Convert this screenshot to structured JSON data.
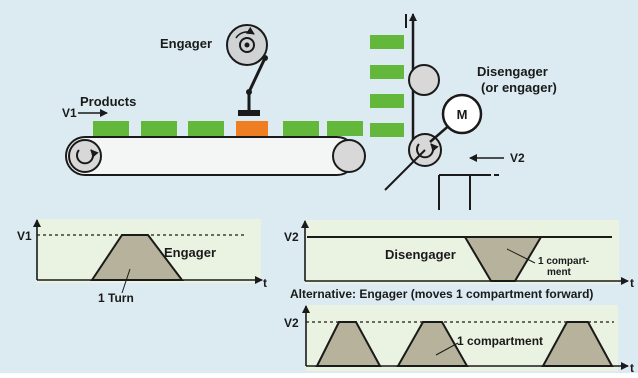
{
  "colors": {
    "background": "#dcebf2",
    "panel": "#eaf3e2",
    "product": "#63b83c",
    "active_product": "#ef7d22",
    "profile_fill": "#b7b29c",
    "dark": "#1a1a1a"
  },
  "labels": {
    "engager": "Engager",
    "products": "Products",
    "v1": "V1",
    "disengager_line1": "Disengager",
    "disengager_line2": "(or engager)",
    "motor": "M",
    "v2": "V2"
  },
  "panels": {
    "p1": {
      "y_axis": "V1",
      "x_axis": "t",
      "name": "Engager",
      "caption": "1 Turn"
    },
    "p2": {
      "y_axis": "V2",
      "x_axis": "t",
      "name": "Disengager",
      "note_line1": "1 compart-",
      "note_line2": "ment"
    },
    "alternative_title": "Alternative: Engager (moves 1 compartment forward)",
    "p3": {
      "y_axis": "V2",
      "x_axis": "t",
      "note": "1 compartment"
    }
  }
}
